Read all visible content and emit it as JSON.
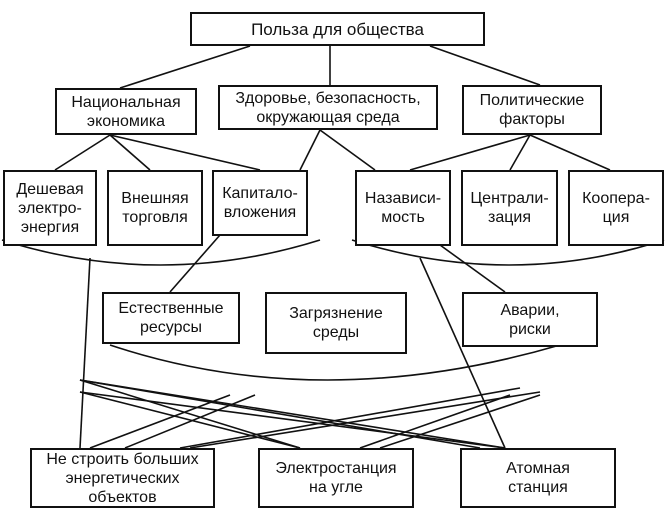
{
  "root": "Польза для общества",
  "level1": {
    "economy": "Национальная\nэкономика",
    "health": "Здоровье, безопасность,\nокружающая среда",
    "politics": "Политические\nфакторы"
  },
  "level2": {
    "cheap_power": "Дешевая\nэлектро-\nэнергия",
    "foreign_trade": "Внешняя\nторговля",
    "investment": "Капитало-\nвложения",
    "independence": "Назависи-\nмость",
    "centralization": "Централи-\nзация",
    "cooperation": "Коопера-\nция"
  },
  "level3": {
    "natural_resources": "Естественные\nресурсы",
    "pollution": "Загрязнение\nсреды",
    "accidents": "Аварии,\nриски"
  },
  "options": {
    "no_large": "Не строить больших\nэнергетических\nобъектов",
    "coal_plant": "Электростанция\nна угле",
    "nuclear_plant": "Атомная\nстанция"
  }
}
